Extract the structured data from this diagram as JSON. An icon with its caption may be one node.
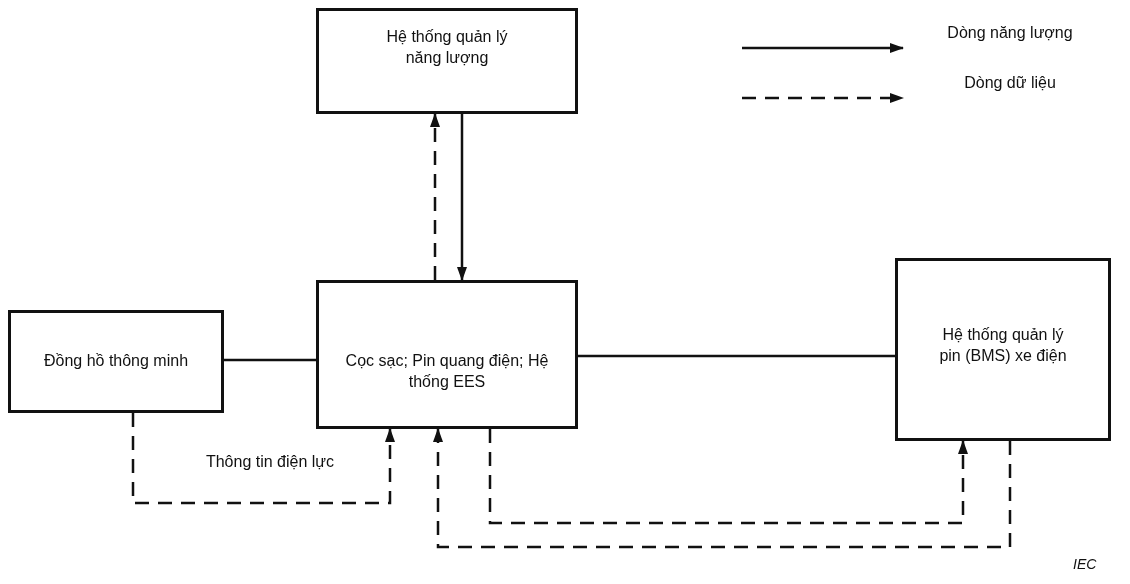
{
  "diagram": {
    "nodes": [
      {
        "text": [
          "Hệ thống quản lý năng lượng"
        ]
      },
      {
        "text": [
          "Đồng hồ thông minh"
        ]
      },
      {
        "text": [
          "Cọc sạc; Pin quang điện; Hệ thống EES"
        ]
      },
      {
        "text": [
          "Hệ thống quản lý pin (BMS) xe điện"
        ]
      }
    ],
    "edges": [
      {
        "from": 2,
        "to": 0,
        "arrow": "to",
        "style": "dashed"
      },
      {
        "from": 0,
        "to": 2,
        "arrow": "to"
      },
      {
        "from": 1,
        "to": 2,
        "arrow": "none"
      },
      {
        "from": 2,
        "to": 3,
        "arrow": "none"
      },
      {
        "from": 1,
        "to": 2,
        "arrow": "to",
        "style": "dashed",
        "label": "Thông tin điện lực"
      },
      {
        "from": 2,
        "to": 3,
        "arrow": "to",
        "style": "dashed"
      },
      {
        "from": 3,
        "to": 2,
        "arrow": "to",
        "style": "dashed"
      }
    ],
    "labels": [
      "IEC"
    ],
    "legend": [
      {
        "text": "Dòng năng lượng"
      },
      {
        "text": "Dòng dữ liệu"
      }
    ]
  }
}
